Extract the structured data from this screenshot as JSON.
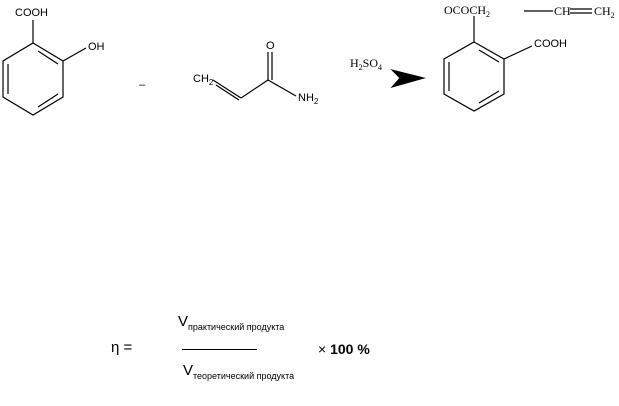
{
  "reaction": {
    "reactant1": {
      "cooh": "COOH",
      "oh": "OH"
    },
    "plus_sign": "–",
    "reactant2": {
      "ch2": "CH",
      "ch2_sub": "2",
      "o": "O",
      "nh": "NH",
      "nh_sub": "2"
    },
    "catalyst": {
      "h": "H",
      "h_sub": "2",
      "so": "SO",
      "so_sub": "4"
    },
    "product": {
      "ester": "OCOCH",
      "ester_sub": "2",
      "chain_ch": "CH",
      "chain_ch2": "CH",
      "chain_ch2_sub": "2",
      "cooh": "COOH"
    }
  },
  "formula": {
    "eta": "η =",
    "numerator_v": "V",
    "numerator_sub": "практический продукта",
    "denominator_v": "V",
    "denominator_sub": "теоретический продукта",
    "times": "×",
    "multiplier": "100 %"
  }
}
